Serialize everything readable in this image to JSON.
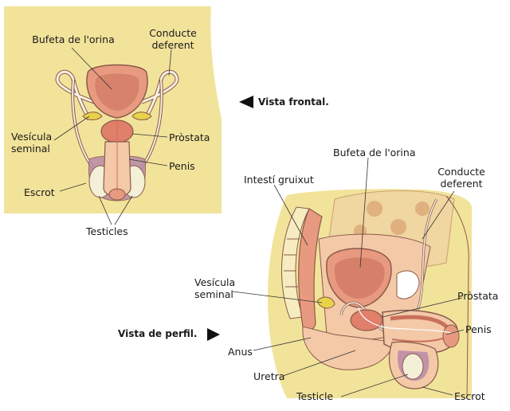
{
  "frontal": {
    "caption": "Vista frontal.",
    "labels": {
      "bladder": "Bufeta de l'orina",
      "vas_deferens": [
        "Conducte",
        "deferent"
      ],
      "seminal_vesicle": [
        "Vesícula",
        "seminal"
      ],
      "prostate": "Pròstata",
      "penis": "Penis",
      "scrotum": "Escrot",
      "testicles": "Testicles"
    }
  },
  "profile": {
    "caption": "Vista de perfil.",
    "labels": {
      "bladder": "Bufeta de l'orina",
      "large_intestine": "Intestí gruixut",
      "vas_deferens": [
        "Conducte",
        "deferent"
      ],
      "seminal_vesicle": [
        "Vesícula",
        "seminal"
      ],
      "prostate": "Pròstata",
      "penis": "Penis",
      "anus": "Anus",
      "urethra": "Uretra",
      "testicle": "Testicle",
      "scrotum": "Escrot"
    }
  },
  "colors": {
    "panel_yellow": "#f2e39a",
    "skin": "#f3c9a8",
    "bladder": "#e89a80",
    "bladder_inner": "#c9705a",
    "prostate": "#e07f6a",
    "seminal": "#e8d24a",
    "scrotum_purple": "#b88aa8",
    "testis": "#f4f0d8",
    "intestine": "#f0d6a0",
    "spine_bone": "#f6ecc0",
    "outline": "#8a5a4a"
  }
}
